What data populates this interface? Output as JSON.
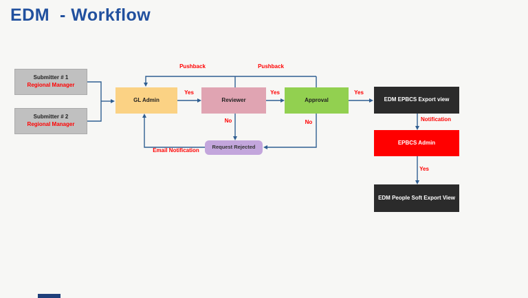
{
  "title": "EDM  - Workflow",
  "nodes": {
    "submitter1": {
      "line1": "Submitter # 1",
      "line2": "Regional Manager"
    },
    "submitter2": {
      "line1": "Submitter # 2",
      "line2": "Regional Manager"
    },
    "gl_admin": {
      "label": "GL Admin"
    },
    "reviewer": {
      "label": "Reviewer"
    },
    "approval": {
      "label": "Approval"
    },
    "request_rejected": {
      "label": "Request Rejected"
    },
    "edm_epbcs_export": {
      "label": "EDM EPBCS Export view"
    },
    "epbcs_admin": {
      "label": "EPBCS Admin"
    },
    "edm_peoplesoft_export": {
      "label": "EDM People Soft Export View"
    }
  },
  "edge_labels": {
    "pushback_left": "Pushback",
    "pushback_right": "Pushback",
    "yes_gl_to_reviewer": "Yes",
    "yes_reviewer_to_approval": "Yes",
    "yes_approval_to_export": "Yes",
    "no_reviewer": "No",
    "no_approval": "No",
    "email_notification": "Email Notification",
    "notification": "Notification",
    "yes_admin_to_peoplesoft": "Yes"
  },
  "colors": {
    "title_text": "#21509E",
    "background": "#F7F7F5",
    "submitter_box": "#C0C0C0",
    "gl_admin_box": "#FBD284",
    "reviewer_box": "#E0A4B2",
    "approval_box": "#92D050",
    "request_rejected_box": "#C3A6DC",
    "export_view_box": "#2B2B2B",
    "epbcs_admin_box": "#FF0000",
    "connector_line": "#2F5E91",
    "edge_label_text": "#FF0000",
    "footer_bar": "#1F3F7A"
  }
}
